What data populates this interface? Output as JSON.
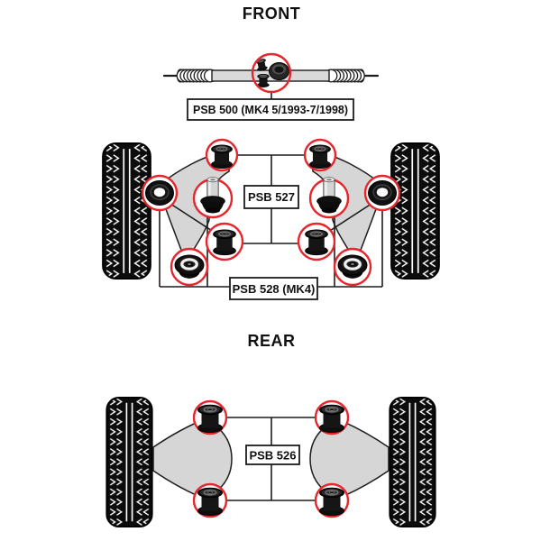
{
  "diagram": {
    "front": {
      "title": "FRONT",
      "steering_label": "PSB 500 (MK4 5/1993-7/1998)",
      "inner_arm_label": "PSB 527",
      "lower_arm_label": "PSB 528 (MK4)"
    },
    "rear": {
      "title": "REAR",
      "beam_label": "PSB 526"
    },
    "colors": {
      "highlight_red": "#e5262c",
      "frame_gray": "#d6d6d6",
      "line_black": "#1c1c1c"
    }
  }
}
